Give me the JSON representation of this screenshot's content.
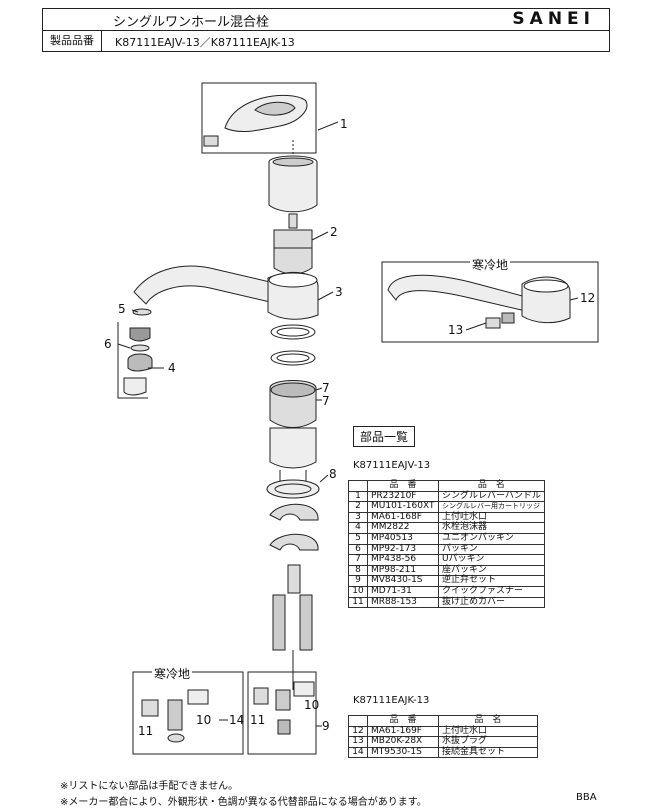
{
  "header": {
    "title": "シングルワンホール混合栓",
    "brand": "SANEI",
    "product_label": "製品品番",
    "product_numbers": "K87111EAJV-13／K87111EAJK-13"
  },
  "diagram": {
    "callouts": [
      "1",
      "2",
      "3",
      "4",
      "5",
      "6",
      "7",
      "7",
      "8",
      "9",
      "10",
      "11",
      "12",
      "13",
      "10",
      "11",
      "14"
    ],
    "cold_area_label_1": "寒冷地",
    "cold_area_label_2": "寒冷地"
  },
  "parts_list_title": "部品一覧",
  "table1": {
    "model": "K87111EAJV-13",
    "headers": [
      "品　番",
      "品　名"
    ],
    "rows": [
      [
        "1",
        "PR23210F",
        "シングルレバーハンドル"
      ],
      [
        "2",
        "MU101-160XT",
        "シングルレバー用カートリッジ"
      ],
      [
        "3",
        "MA61-168F",
        "上付吐水口"
      ],
      [
        "4",
        "MM2822",
        "水栓泡沫器"
      ],
      [
        "5",
        "MP40513",
        "ユニオンパッキン"
      ],
      [
        "6",
        "MP92-173",
        "パッキン"
      ],
      [
        "7",
        "MP438-56",
        "Uパッキン"
      ],
      [
        "8",
        "MP98-211",
        "座パッキン"
      ],
      [
        "9",
        "MV8430-1S",
        "逆止弁セット"
      ],
      [
        "10",
        "MD71-31",
        "クイックファスナー"
      ],
      [
        "11",
        "MR88-153",
        "抜け止めカバー"
      ]
    ]
  },
  "table2": {
    "model": "K87111EAJK-13",
    "headers": [
      "品　番",
      "品　名"
    ],
    "rows": [
      [
        "12",
        "MA61-169F",
        "上付吐水口"
      ],
      [
        "13",
        "MB20K-28X",
        "水抜プラグ"
      ],
      [
        "14",
        "MT9530-1S",
        "接続金具セット"
      ]
    ]
  },
  "notes": [
    "※リストにない部品は手配できません。",
    "※メーカー都合により、外観形状・色調が異なる代替部品になる場合があります。"
  ],
  "footer_code": "BBA"
}
